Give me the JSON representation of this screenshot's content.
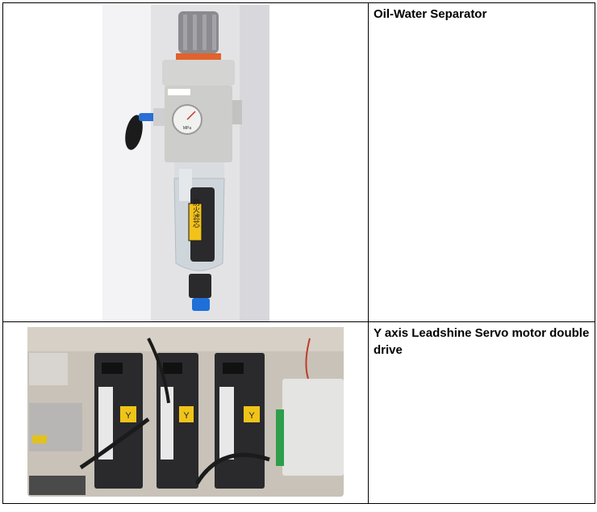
{
  "rows": [
    {
      "title": "Oil-Water Separator",
      "photo": {
        "subject": "air-filter-regulator",
        "gauge_unit": "MPa",
        "tag_label": "防火滤芯"
      }
    },
    {
      "title": "Y axis Leadshine Servo motor double drive",
      "photo": {
        "subject": "servo-drive-panel",
        "drive_mark": "Y"
      }
    }
  ],
  "colors": {
    "border": "#000000",
    "text": "#000000"
  }
}
